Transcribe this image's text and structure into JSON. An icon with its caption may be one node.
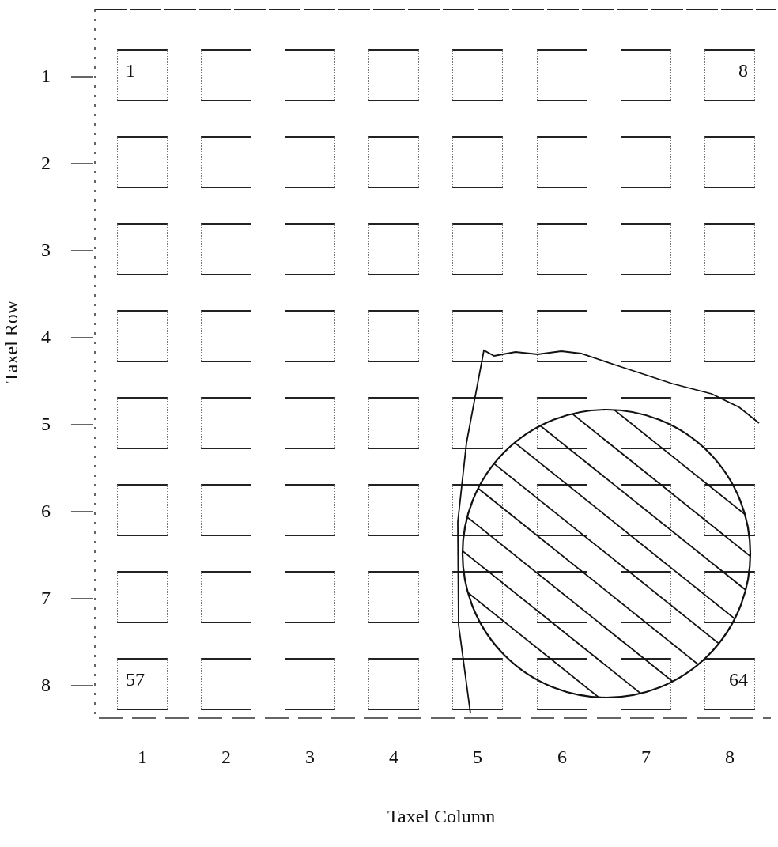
{
  "diagram": {
    "nodes": [
      {
        "text": [
          "1"
        ]
      },
      {
        "text": [],
        "shape": "box"
      },
      {
        "text": [],
        "shape": "box"
      },
      {
        "text": [],
        "shape": "box"
      },
      {
        "text": [],
        "shape": "box"
      },
      {
        "text": [],
        "shape": "box"
      },
      {
        "text": [],
        "shape": "box"
      },
      {
        "text": [
          "8"
        ]
      },
      {
        "text": [],
        "shape": "box"
      },
      {
        "text": [],
        "shape": "box"
      },
      {
        "text": [],
        "shape": "box"
      },
      {
        "text": [],
        "shape": "box"
      },
      {
        "text": [],
        "shape": "box"
      },
      {
        "text": [],
        "shape": "box"
      },
      {
        "text": [],
        "shape": "box"
      },
      {
        "text": [],
        "shape": "box"
      },
      {
        "text": [],
        "shape": "box"
      },
      {
        "text": [],
        "shape": "box"
      },
      {
        "text": [],
        "shape": "box"
      },
      {
        "text": [],
        "shape": "box"
      },
      {
        "text": [],
        "shape": "box"
      },
      {
        "text": [],
        "shape": "box"
      },
      {
        "text": [],
        "shape": "box"
      },
      {
        "text": [],
        "shape": "box"
      },
      {
        "text": [],
        "shape": "box"
      },
      {
        "text": [],
        "shape": "box"
      },
      {
        "text": [],
        "shape": "box"
      },
      {
        "text": [],
        "shape": "box"
      },
      {
        "text": [],
        "shape": "box"
      },
      {
        "text": [],
        "shape": "box"
      },
      {
        "text": [],
        "shape": "box"
      },
      {
        "text": [],
        "shape": "box"
      },
      {
        "text": [],
        "shape": "box"
      },
      {
        "text": [],
        "shape": "box"
      },
      {
        "text": [],
        "shape": "box"
      },
      {
        "text": [],
        "shape": "box"
      },
      {
        "text": [],
        "shape": "box"
      },
      {
        "text": [],
        "shape": "box"
      },
      {
        "text": [],
        "shape": "box"
      },
      {
        "text": [],
        "shape": "box"
      },
      {
        "text": [],
        "shape": "box"
      },
      {
        "text": [],
        "shape": "box"
      },
      {
        "text": [],
        "shape": "box"
      },
      {
        "text": [],
        "shape": "box"
      },
      {
        "text": [],
        "shape": "box"
      },
      {
        "text": [],
        "shape": "box"
      },
      {
        "text": [],
        "shape": "box"
      },
      {
        "text": [],
        "shape": "box"
      },
      {
        "text": [],
        "shape": "box"
      },
      {
        "text": [],
        "shape": "box"
      },
      {
        "text": [],
        "shape": "box"
      },
      {
        "text": [],
        "shape": "box"
      },
      {
        "text": [],
        "shape": "box"
      },
      {
        "text": [],
        "shape": "box"
      },
      {
        "text": [],
        "shape": "box"
      },
      {
        "text": [],
        "shape": "box"
      },
      {
        "text": [
          "57"
        ]
      },
      {
        "text": [],
        "shape": "box"
      },
      {
        "text": [],
        "shape": "box"
      },
      {
        "text": [],
        "shape": "box"
      },
      {
        "text": [],
        "shape": "box"
      },
      {
        "text": [],
        "shape": "box"
      },
      {
        "text": [],
        "shape": "box"
      },
      {
        "text": [
          "64"
        ]
      }
    ],
    "labels": [
      "1",
      "2",
      "3",
      "4",
      "5",
      "6",
      "7",
      "8",
      "Taxel Row",
      "1",
      "2",
      "3",
      "4",
      "5",
      "6",
      "7",
      "8",
      "Taxel Column"
    ]
  }
}
